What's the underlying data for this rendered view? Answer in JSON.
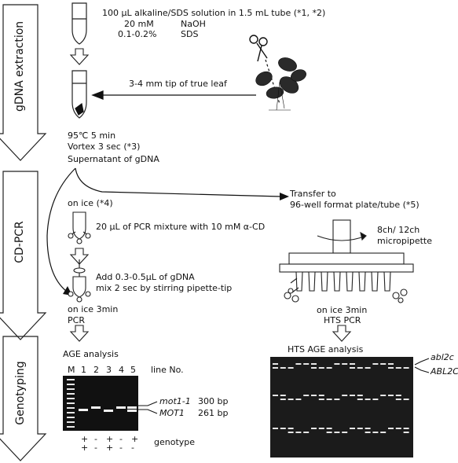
{
  "stages": {
    "extraction": "gDNA extraction",
    "cdpcr": "CD-PCR",
    "genotyping": "Genotyping"
  },
  "step1": {
    "line1": "100 µL alkaline/SDS solution in 1.5 mL tube (*1, *2)",
    "conc1": "20 mM",
    "reagent1": "NaOH",
    "conc2": "0.1-0.2%",
    "reagent2": "SDS"
  },
  "leaf_tip": "3-4 mm tip of true leaf",
  "step2": {
    "line1": "95℃ 5 min",
    "line2": "Vortex 3 sec (*3)",
    "line3": "Supernatant of gDNA"
  },
  "left_branch": {
    "on_ice": "on ice (*4)",
    "pcr_mix": "20 µL of PCR mixture with 10 mM α-CD",
    "add_gdna": "Add 0.3-0.5µL of gDNA",
    "mix": "mix 2 sec by stirring pipette-tip",
    "on_ice_3min": "on ice 3min",
    "pcr": "PCR",
    "age": "AGE analysis"
  },
  "right_branch": {
    "transfer1": "Transfer to",
    "transfer2": "96-well format plate/tube (*5)",
    "pipette1": "8ch/ 12ch",
    "pipette2": "micropipette",
    "on_ice_3min": "on ice 3min",
    "hts_pcr": "HTS PCR",
    "hts_age": "HTS AGE analysis"
  },
  "gel_left": {
    "lanes": [
      "M",
      "1",
      "2",
      "3",
      "4",
      "5"
    ],
    "line_no": "line No.",
    "band_upper_name": "mot1-1",
    "band_upper_size": "300 bp",
    "band_lower_name": "MOT1",
    "band_lower_size": "261 bp",
    "genotypes_top": [
      "+",
      "-",
      "+",
      "-",
      "+"
    ],
    "genotypes_bottom": [
      "+",
      "-",
      "+",
      "-",
      "-"
    ],
    "genotype_label": "genotype"
  },
  "gel_right": {
    "band_upper": "abl2c",
    "band_lower": "ABL2C"
  },
  "colors": {
    "ink": "#111111",
    "gel_bg": "#111111",
    "band": "#f2f2f2",
    "plant": "#2a2a2a"
  }
}
